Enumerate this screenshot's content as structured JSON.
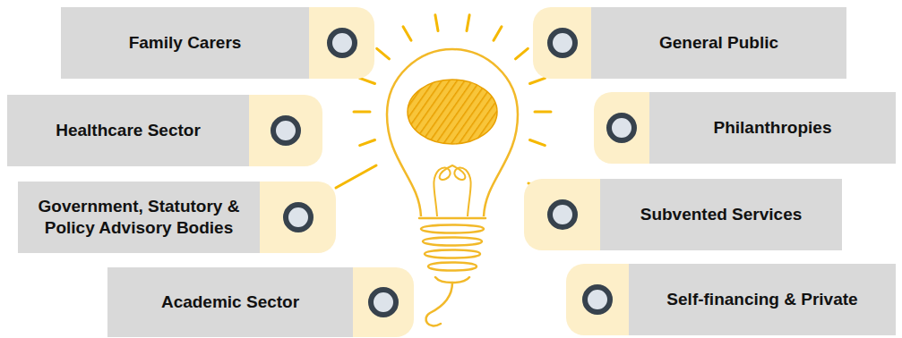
{
  "diagram": {
    "nodes": [
      {
        "text": [
          "Family Carers"
        ]
      },
      {
        "text": [
          "General Public"
        ]
      },
      {
        "text": [
          "Healthcare Sector"
        ]
      },
      {
        "text": [
          "Philanthropies"
        ]
      },
      {
        "text": [
          "Government, Statutory & Policy Advisory Bodies"
        ]
      },
      {
        "text": [
          "Subvented Services"
        ]
      },
      {
        "text": [
          "Academic Sector"
        ]
      },
      {
        "text": [
          "Self-financing & Private"
        ]
      }
    ]
  }
}
